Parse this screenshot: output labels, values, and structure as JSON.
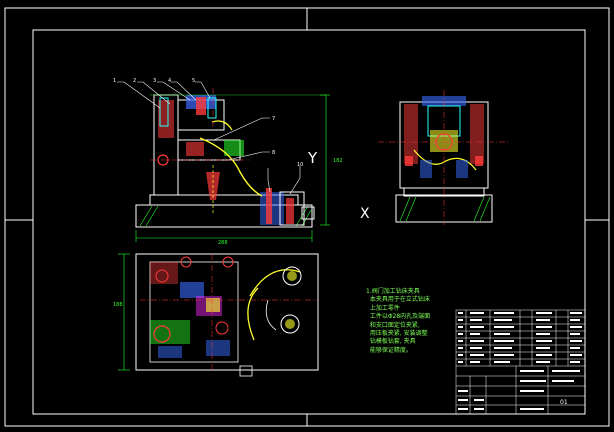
{
  "drawing": {
    "background": "#000000",
    "colors": {
      "frame": "#ffffff",
      "outline": "#ffffff",
      "part_red": "#ff3a3a",
      "part_blue": "#3a6bff",
      "part_green": "#3cff3c",
      "part_yellow": "#ffff2a",
      "part_cyan": "#2affff",
      "part_magenta": "#ff2aff",
      "dimension": "#2aff2a",
      "hatch": "#2aff2a"
    },
    "annotations": {
      "axis_y": "Y",
      "axis_x": "X",
      "dim_width": "288",
      "dim_height": "182",
      "dim_plan": "188",
      "sheet_number": "01"
    },
    "balloons": [
      "1",
      "2",
      "3",
      "4",
      "5",
      "7",
      "8",
      "10"
    ],
    "technical_note": "1.阀门加工钻床夹具\n  本夹具用于在立式钻床\n  上加工零件\n  工件以Φ28内孔及端面\n  和支口面定位夹紧,\n  用压板夹紧, 安装调整\n  钻模板钻套, 夹具\n  能够保证精度。"
  }
}
